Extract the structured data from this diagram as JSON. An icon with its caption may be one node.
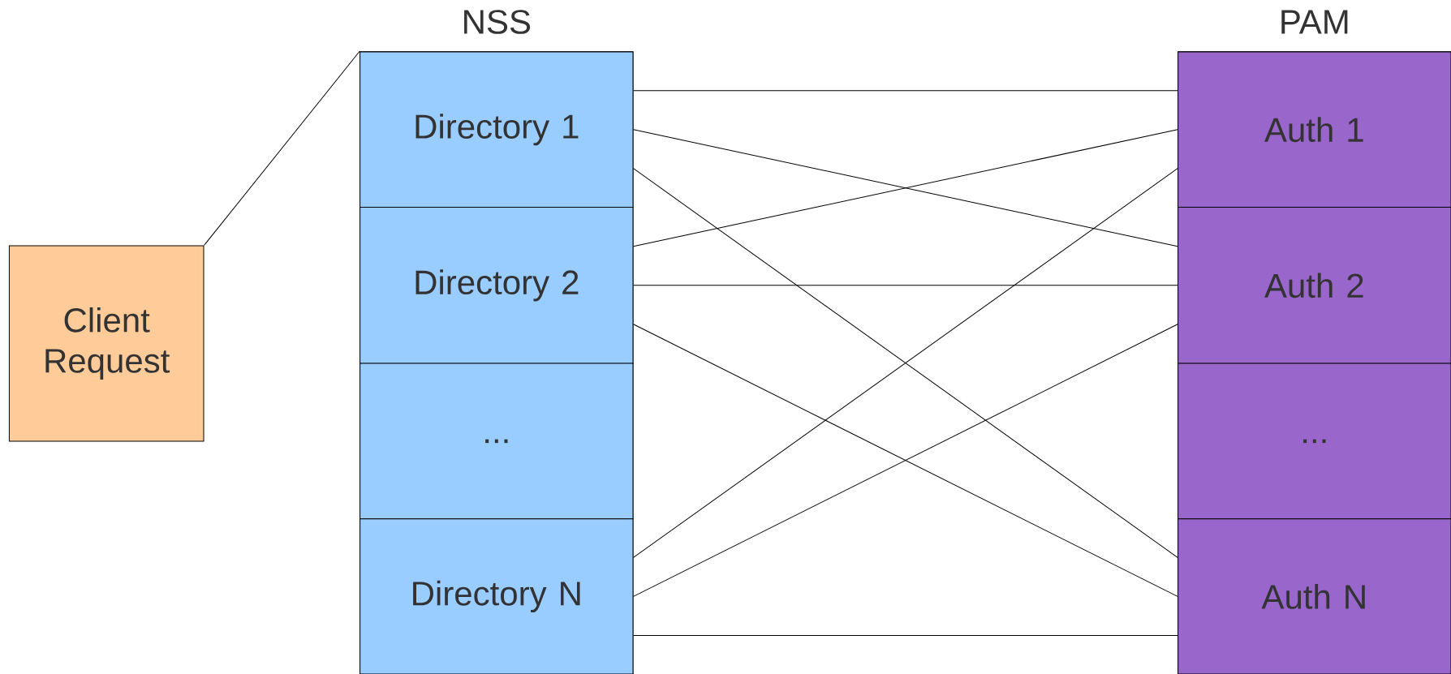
{
  "diagram": {
    "nodes": [
      {
        "text": [
          "Client Request"
        ]
      },
      {
        "text": [
          "NSS"
        ]
      },
      {
        "text": [
          "Directory 1"
        ],
        "in": 1
      },
      {
        "text": [
          "Directory 2"
        ],
        "in": 1
      },
      {
        "text": [
          "..."
        ],
        "in": 1
      },
      {
        "text": [
          "Directory N"
        ],
        "in": 1
      },
      {
        "text": [
          "PAM"
        ]
      },
      {
        "text": [
          "Auth 1"
        ],
        "in": 6
      },
      {
        "text": [
          "Auth 2"
        ],
        "in": 6
      },
      {
        "text": [
          "..."
        ],
        "in": 6
      },
      {
        "text": [
          "Auth N"
        ],
        "in": 6
      }
    ],
    "edges": [
      {
        "from": 0,
        "to": 1,
        "arrow": "none"
      },
      {
        "from": 2,
        "to": 7,
        "arrow": "none"
      },
      {
        "from": 2,
        "to": 8,
        "arrow": "none"
      },
      {
        "from": 2,
        "to": 10,
        "arrow": "none"
      },
      {
        "from": 3,
        "to": 7,
        "arrow": "none"
      },
      {
        "from": 3,
        "to": 8,
        "arrow": "none"
      },
      {
        "from": 3,
        "to": 10,
        "arrow": "none"
      },
      {
        "from": 5,
        "to": 7,
        "arrow": "none"
      },
      {
        "from": 5,
        "to": 8,
        "arrow": "none"
      },
      {
        "from": 5,
        "to": 10,
        "arrow": "none"
      }
    ]
  }
}
